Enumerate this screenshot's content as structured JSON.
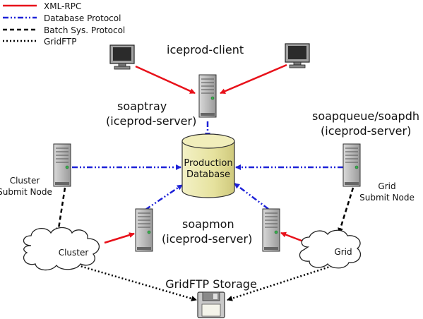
{
  "legend": [
    {
      "label": "XML-RPC",
      "style": "solid",
      "color": "#e8111a"
    },
    {
      "label": "Database Protocol",
      "style": "dash-dot-dot",
      "color": "#1e22d8"
    },
    {
      "label": "Batch Sys. Protocol",
      "style": "dashed",
      "color": "#000000"
    },
    {
      "label": "GridFTP",
      "style": "dotted",
      "color": "#000000"
    }
  ],
  "nodes": {
    "client": {
      "label": "iceprod-client"
    },
    "soaptray": {
      "line1": "soaptray",
      "line2": "(iceprod-server)"
    },
    "soapqueue": {
      "line1": "soapqueue/soapdh",
      "line2": "(iceprod-server)"
    },
    "database": {
      "line1": "Production",
      "line2": "Database"
    },
    "cluster_node": {
      "line1": "Cluster",
      "line2": "Submit Node"
    },
    "grid_node": {
      "line1": "Grid",
      "line2": "Submit Node"
    },
    "soapmon": {
      "line1": "soapmon",
      "line2": "(iceprod-server)"
    },
    "cluster_cloud": {
      "label": "Cluster"
    },
    "grid_cloud": {
      "label": "Grid"
    },
    "storage": {
      "label": "GridFTP Storage"
    }
  },
  "colors": {
    "xmlrpc": "#e8111a",
    "db": "#1e22d8",
    "db_fill": "#e9e6a8",
    "server": "#bdbdbd"
  }
}
